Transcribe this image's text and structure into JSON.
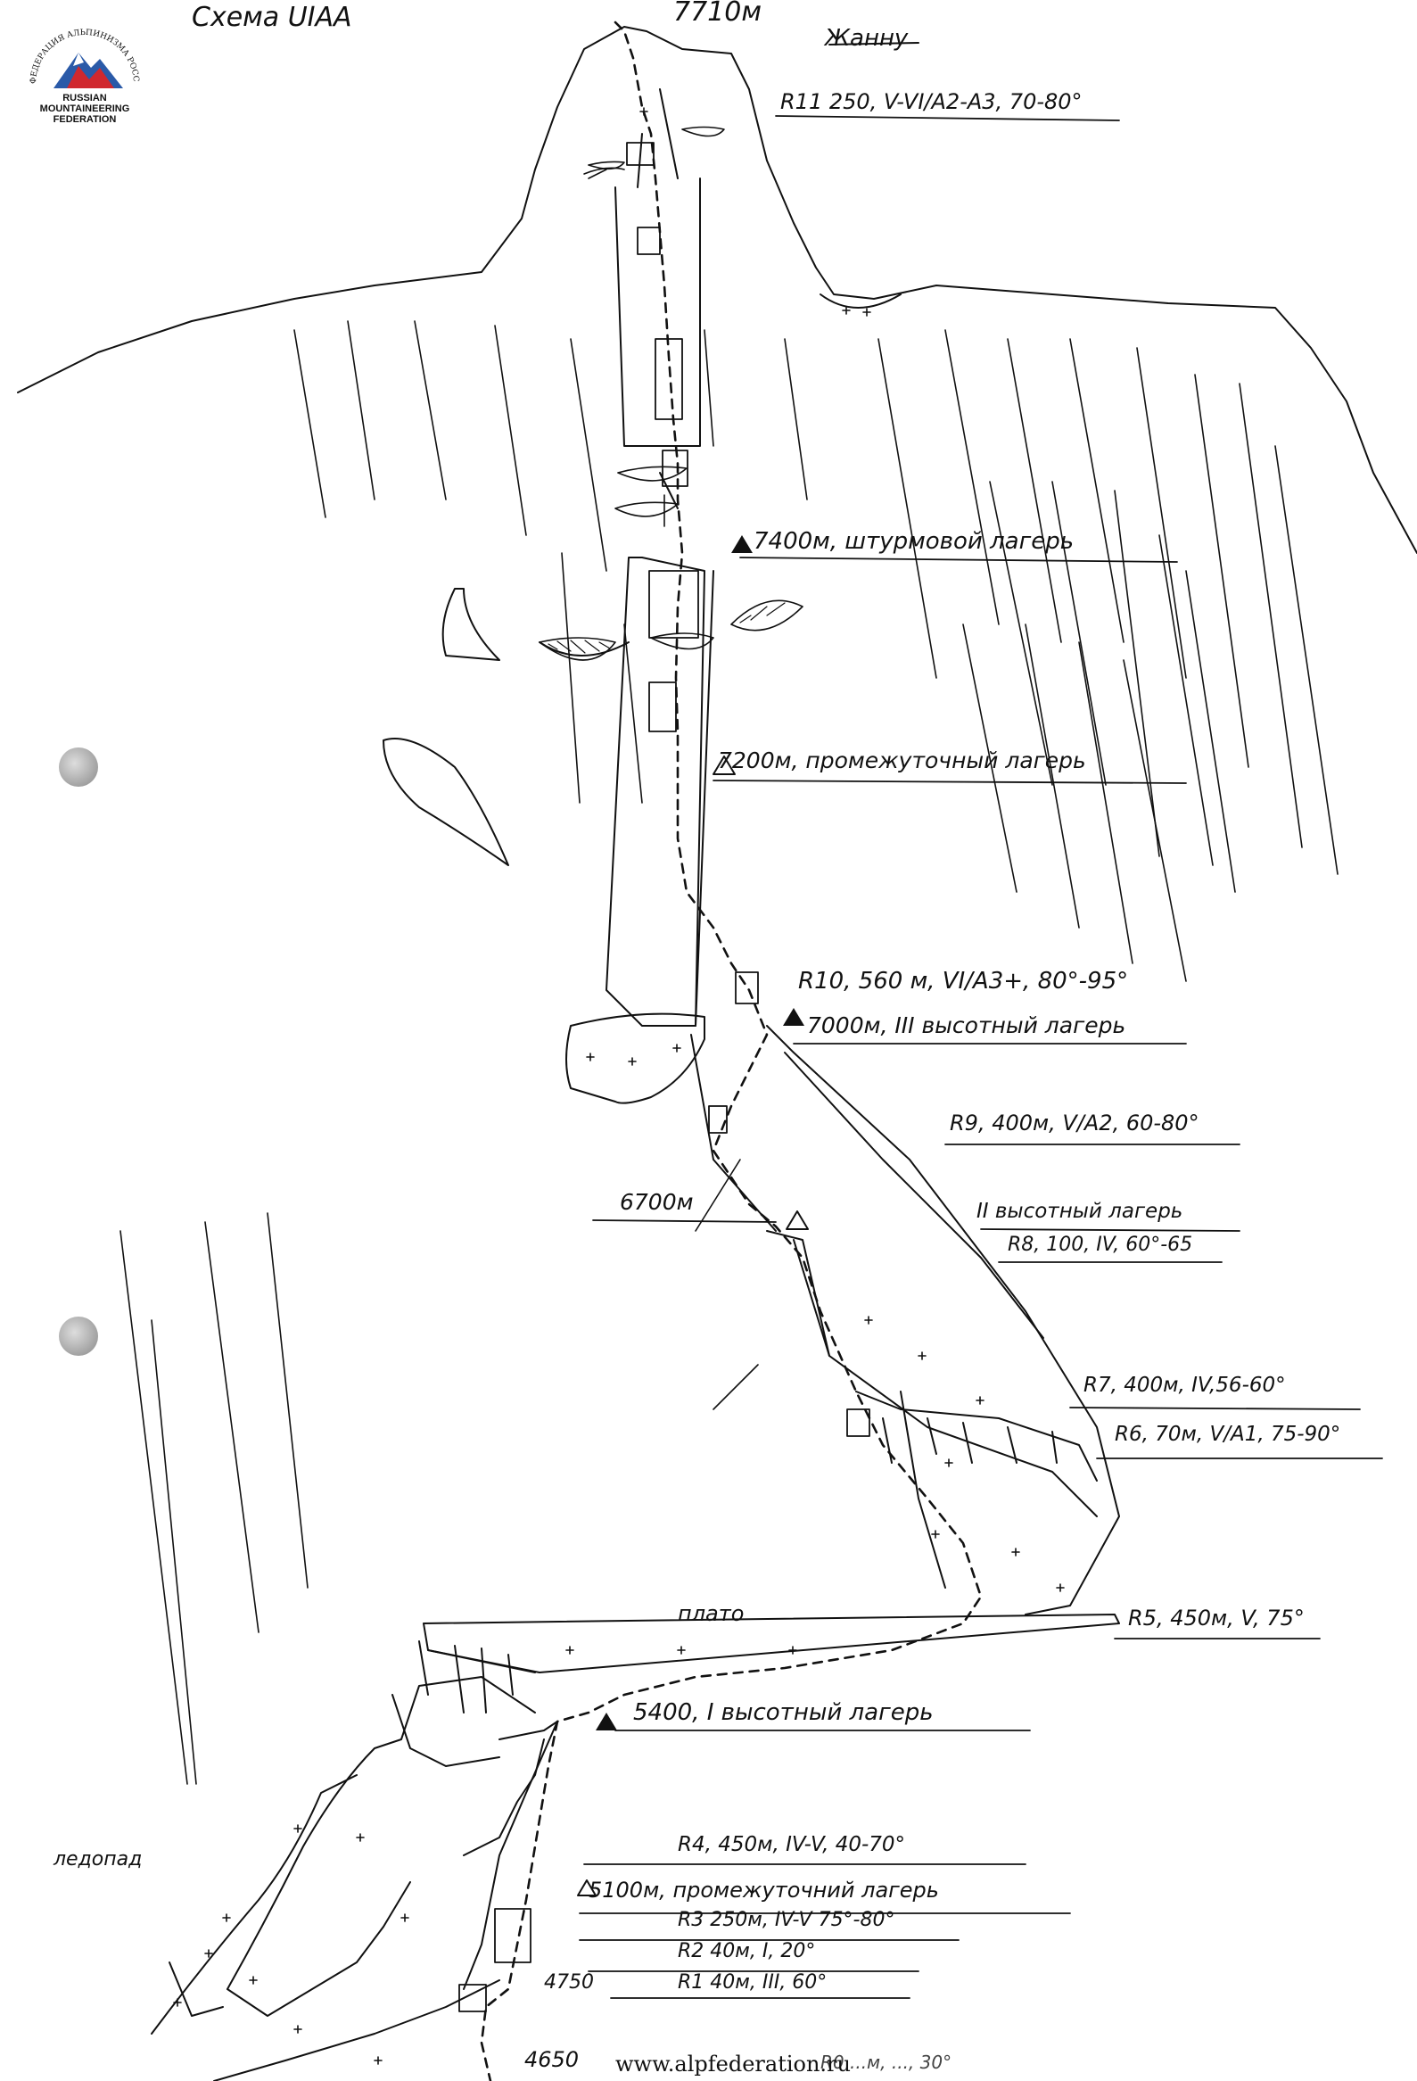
{
  "header": {
    "title": "Схема UIAA",
    "logo_lines": [
      "RUSSIAN",
      "MOUNTAINEERING",
      "FEDERATION"
    ],
    "logo_ring_text": "ФЕДЕРАЦИЯ АЛЬПИНИЗМА РОССИИ"
  },
  "summit": {
    "height": "7710м",
    "name": "Жанну"
  },
  "sections": [
    {
      "id": "r11",
      "text": "R11 250, V-VI/A2-A3, 70-80°"
    },
    {
      "id": "camp-assault",
      "text": "7400м, штурмовой лагерь"
    },
    {
      "id": "camp-mid-7200",
      "text": "7200м, промежуточный лагерь"
    },
    {
      "id": "r10",
      "text": "R10, 560 м, VI/A3+, 80°-95°"
    },
    {
      "id": "camp-3",
      "text": "7000м, III высотный лагерь"
    },
    {
      "id": "r9",
      "text": "R9, 400м, V/A2, 60-80°"
    },
    {
      "id": "alt-6700",
      "text": "6700м"
    },
    {
      "id": "camp-2",
      "text": "II высотный лагерь"
    },
    {
      "id": "r8",
      "text": "R8, 100, IV, 60°-65"
    },
    {
      "id": "r7",
      "text": "R7, 400м, IV,56-60°"
    },
    {
      "id": "r6",
      "text": "R6, 70м, V/A1, 75-90°"
    },
    {
      "id": "plateau",
      "text": "плато"
    },
    {
      "id": "r5",
      "text": "R5, 450м, V, 75°"
    },
    {
      "id": "camp-1",
      "text": "5400, I высотный лагерь"
    },
    {
      "id": "icefall",
      "text": "ледопад"
    },
    {
      "id": "r4",
      "text": "R4, 450м, IV-V, 40-70°"
    },
    {
      "id": "camp-mid-5100",
      "text": "5100м, промежуточний лагерь"
    },
    {
      "id": "r3",
      "text": "R3 250м, IV-V 75°-80°"
    },
    {
      "id": "r2",
      "text": "R2 40м, I, 20°"
    },
    {
      "id": "alt-4750",
      "text": "4750"
    },
    {
      "id": "r1",
      "text": "R1 40м, III, 60°"
    },
    {
      "id": "alt-4650",
      "text": "4650"
    },
    {
      "id": "r0",
      "text": "R0 ...м, ..., 30°"
    }
  ],
  "footer": {
    "url": "www.alpfederation.ru"
  },
  "colors": {
    "ink": "#111111",
    "logo_red": "#d0282e",
    "logo_blue": "#2a5aa8"
  }
}
